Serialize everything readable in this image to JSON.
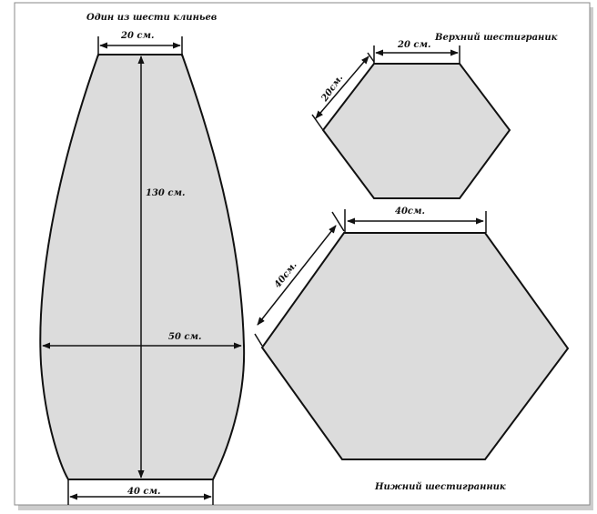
{
  "wedge": {
    "title": "Один из шести клиньев",
    "top_width": "20 см.",
    "height": "130 см.",
    "mid_width": "50 см.",
    "bottom_width": "40 см."
  },
  "top_hexagon": {
    "title": "Верхний шестиграник",
    "top_side": "20 см.",
    "slant_side": "20см."
  },
  "bottom_hexagon": {
    "title": "Нижний шестигранник",
    "top_side": "40см.",
    "slant_side": "40см."
  },
  "colors": {
    "fill": "#dcdcdc",
    "stroke": "#111111"
  }
}
